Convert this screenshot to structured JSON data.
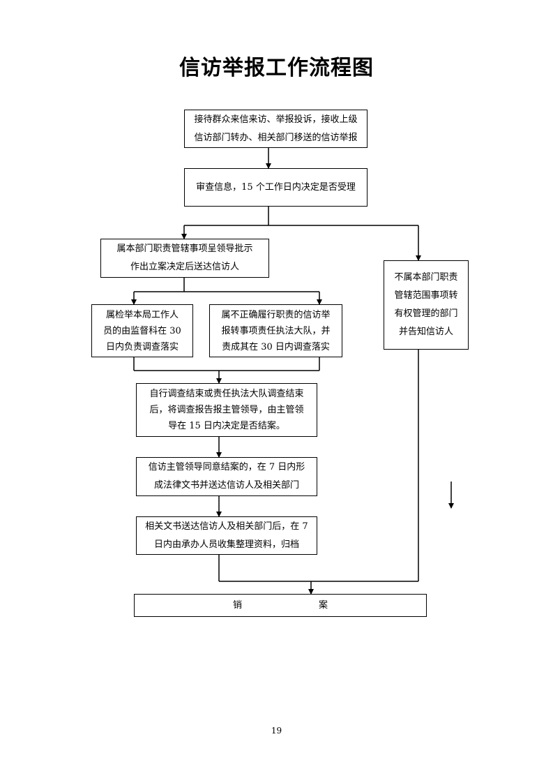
{
  "title": "信访举报工作流程图",
  "steps": {
    "receive": [
      "接待群众来信来访、举报投诉，接收上级",
      "信访部门转办、相关部门移送的信访举报"
    ],
    "review": "审查信息，15 个工作日内决定是否受理",
    "in_scope": [
      "属本部门职责管辖事项呈领导批示",
      "作出立案决定后送达信访人"
    ],
    "out_scope": [
      "不属本部门职责",
      "管辖范围事项转",
      "有权管理的部门",
      "并告知信访人"
    ],
    "staff": [
      "属检举本局工作人",
      "员的由监督科在 30",
      "日内负责调查落实"
    ],
    "enforce": [
      "属不正确履行职责的信访举",
      "报转事项责任执法大队，并",
      "责成其在 30 日内调查落实"
    ],
    "report": [
      "自行调查结束或责任执法大队调查结束",
      "后，将调查报告报主管领导，由主管领",
      "导在 15 日内决定是否结案。"
    ],
    "conclude": [
      "信访主管领导同意结案的，在 7 日内形",
      "成法律文书并送达信访人及相关部门"
    ],
    "archive": [
      "相关文书送达信访人及相关部门后，在 7",
      "日内由承办人员收集整理资料，归档"
    ],
    "close": [
      "销",
      "案"
    ]
  },
  "page_number": "19"
}
